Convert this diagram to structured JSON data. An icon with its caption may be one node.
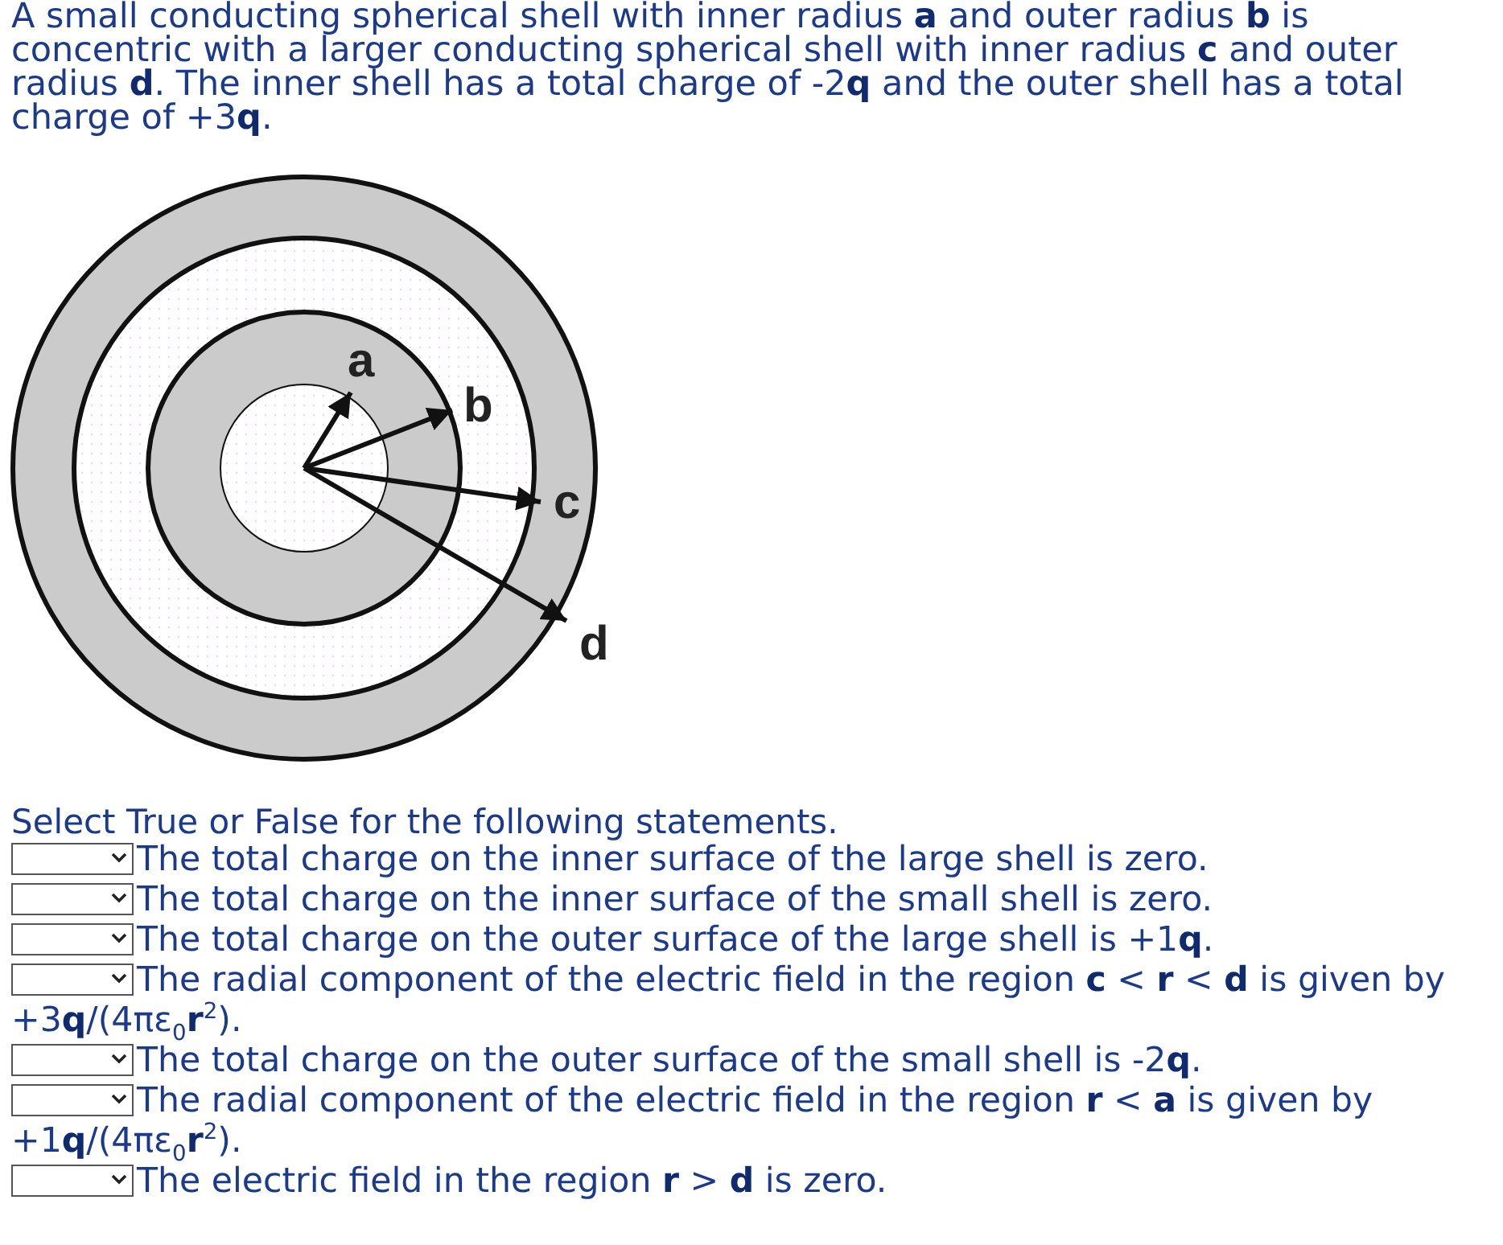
{
  "diagram": {
    "labels": [
      "A small conducting spherical shell with inner radius **a** and outer radius **b** is concentric with a larger conducting spherical shell with inner radius **c** and outer radius **d**. The inner shell has a total charge of -2**q** and the outer shell has a total charge of +3**q**.",
      "a",
      "b",
      "c",
      "d",
      "Select True or False for the following statements.",
      "The total charge on the inner surface of the large shell is zero.",
      "The total charge on the inner surface of the small shell is zero.",
      "The total charge on the outer surface of the large shell is +1**q**.",
      "The radial component of the electric field in the region **c** < **r** < **d** is given by +3**q**/(4πε$_{0}$**r**$^{2}$).",
      "The total charge on the outer surface of the small shell is -2**q**.",
      "The radial component of the electric field in the region **r** < **a** is given by +1**q**/(4πε$_{0}$**r**$^{2}$).",
      "The electric field in the region **r** > **d** is zero."
    ]
  }
}
